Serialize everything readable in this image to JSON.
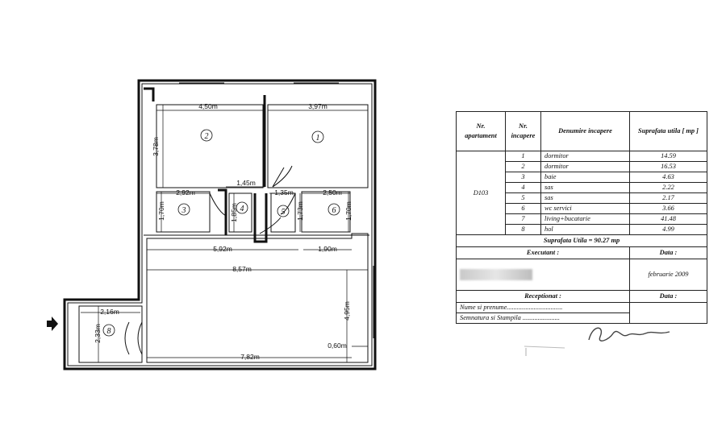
{
  "plan": {
    "rooms": [
      {
        "number": "1"
      },
      {
        "number": "2"
      },
      {
        "number": "3"
      },
      {
        "number": "4"
      },
      {
        "number": "5"
      },
      {
        "number": "6"
      },
      {
        "number": "8"
      }
    ],
    "dimensions": {
      "d_450": "4,50m",
      "d_397": "3,97m",
      "d_378": "3,78m",
      "d_292": "2,92m",
      "d_145": "1,45m",
      "d_135": "1,35m",
      "d_250": "2,50m",
      "d_170a": "1,70m",
      "d_185": "1,85m",
      "d_173": "1,73m",
      "d_170b": "1,70m",
      "d_592": "5,92m",
      "d_190": "1,90m",
      "d_857": "8,57m",
      "d_495": "4,95m",
      "d_216": "2,16m",
      "d_233": "2,33m",
      "d_782": "7,82m",
      "d_060": "0,60m"
    },
    "entrance_arrow": "entry-arrow"
  },
  "table": {
    "headers": {
      "apartment": "Nr. apartament",
      "room": "Nr. incapere",
      "name": "Denumire incapere",
      "area": "Suprafata utila [ mp ]"
    },
    "apartment": "D103",
    "rows": [
      {
        "nr": "1",
        "name": "dormitor",
        "area": "14.59"
      },
      {
        "nr": "2",
        "name": "dormitor",
        "area": "16.53"
      },
      {
        "nr": "3",
        "name": "baie",
        "area": "4.63"
      },
      {
        "nr": "4",
        "name": "sas",
        "area": "2.22"
      },
      {
        "nr": "5",
        "name": "sas",
        "area": "2.17"
      },
      {
        "nr": "6",
        "name": "wc servici",
        "area": "3.66"
      },
      {
        "nr": "7",
        "name": "living+bucatarie",
        "area": "41.48"
      },
      {
        "nr": "8",
        "name": "hol",
        "area": "4.99"
      }
    ],
    "total": "Suprafata Utila = 90.27 mp",
    "executant_label": "Executant :",
    "data_label": "Data :",
    "executant_date": "februarie 2009",
    "receptionat_label": "Receptionat :",
    "data_label2": "Data :",
    "nume_label": "Nume si prenume.................................",
    "semnatura_label": "Semnatura si Stampila ......................"
  }
}
